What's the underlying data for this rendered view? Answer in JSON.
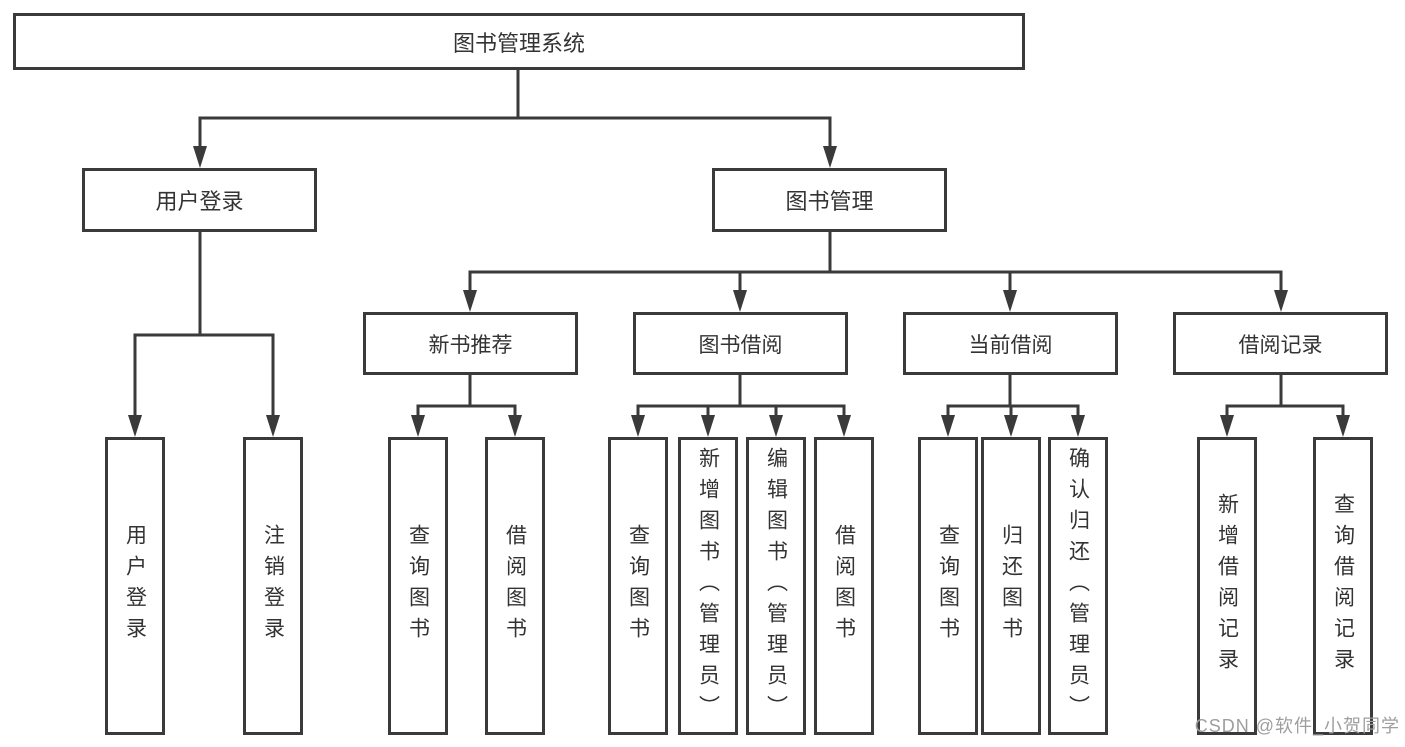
{
  "diagram": {
    "tree": {
      "root": {
        "label": "图书管理系统",
        "children": [
          {
            "label": "用户登录",
            "children": [
              {
                "label": "用户登录"
              },
              {
                "label": "注销登录"
              }
            ]
          },
          {
            "label": "图书管理",
            "children": [
              {
                "label": "新书推荐",
                "children": [
                  {
                    "label": "查询图书"
                  },
                  {
                    "label": "借阅图书"
                  }
                ]
              },
              {
                "label": "图书借阅",
                "children": [
                  {
                    "label": "查询图书"
                  },
                  {
                    "label": "新增图书（管理员）"
                  },
                  {
                    "label": "编辑图书（管理员）"
                  },
                  {
                    "label": "借阅图书"
                  }
                ]
              },
              {
                "label": "当前借阅",
                "children": [
                  {
                    "label": "查询图书"
                  },
                  {
                    "label": "归还图书"
                  },
                  {
                    "label": "确认归还（管理员）"
                  }
                ]
              },
              {
                "label": "借阅记录",
                "children": [
                  {
                    "label": "新增借阅记录"
                  },
                  {
                    "label": "查询借阅记录"
                  }
                ]
              }
            ]
          }
        ]
      }
    },
    "colors": {
      "line": "#3a3a3a",
      "box_border": "#3a3a3a",
      "text": "#333333",
      "background": "#ffffff",
      "watermark": "#9e9e9e"
    }
  },
  "watermark": {
    "text": "CSDN @软件_小贺同学"
  }
}
